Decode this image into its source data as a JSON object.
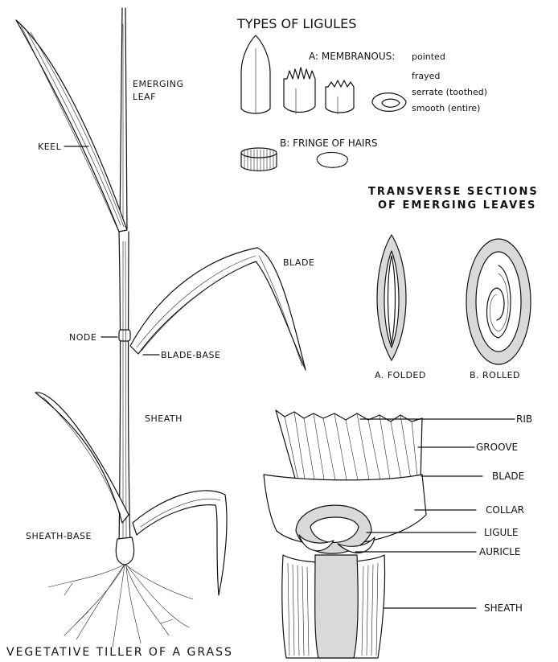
{
  "tiller": {
    "caption": "VEGETATIVE TILLER OF A GRASS",
    "labels": {
      "emerging_leaf_1": "EMERGING",
      "emerging_leaf_2": "LEAF",
      "keel": "KEEL",
      "blade": "BLADE",
      "node": "NODE",
      "blade_base": "BLADE-BASE",
      "sheath": "SHEATH",
      "sheath_base": "SHEATH-BASE"
    }
  },
  "ligules": {
    "title": "TYPES OF LIGULES",
    "membranous_label": "A: MEMBRANOUS:",
    "membranous_types": [
      "pointed",
      "frayed",
      "serrate (toothed)",
      "smooth (entire)"
    ],
    "fringe_label": "B: FRINGE OF HAIRS"
  },
  "sections": {
    "title_line1": "TRANSVERSE SECTIONS",
    "title_line2": "OF EMERGING LEAVES",
    "folded": "A. FOLDED",
    "rolled": "B. ROLLED"
  },
  "collar_detail": {
    "labels": [
      "RIB",
      "GROOVE",
      "BLADE",
      "COLLAR",
      "LIGULE",
      "AURICLE",
      "SHEATH"
    ]
  }
}
